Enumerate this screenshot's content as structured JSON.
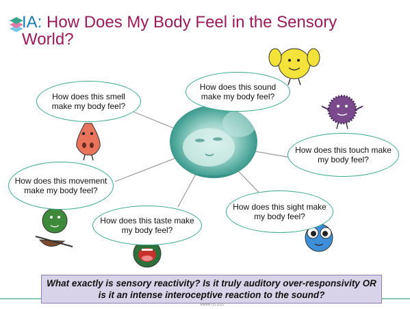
{
  "title": {
    "prefix": "IA: ",
    "text": "How Does My Body Feel in the Sensory World?"
  },
  "bubbles": {
    "smell": "How does this smell make my body feel?",
    "sound": "How does this sound make my body feel?",
    "touch": "How does this touch make my body feel?",
    "movement": "How does this movement make my body feel?",
    "sight": "How does this sight make my body feel?",
    "taste": "How does this taste make my body feel?"
  },
  "center_photo": {
    "subject": "sleeping baby"
  },
  "characters": [
    {
      "sense": "smell",
      "icon": "nose-character-icon",
      "color": "#e8745c"
    },
    {
      "sense": "sound",
      "icon": "ear-character-icon",
      "color": "#f2e23a"
    },
    {
      "sense": "touch",
      "icon": "hand-character-icon",
      "color": "#7a4a8c"
    },
    {
      "sense": "movement",
      "icon": "balance-character-icon",
      "color": "#3f8a3a"
    },
    {
      "sense": "sight",
      "icon": "eye-character-icon",
      "color": "#3d8fd8"
    },
    {
      "sense": "taste",
      "icon": "mouth-character-icon",
      "color": "#2f6f3a"
    }
  ],
  "banner": {
    "text": "What exactly is sensory reactivity? Is it truly auditory over-responsivity OR is it an intense interoceptive reaction to the sound?"
  },
  "footer": {
    "text": "Mahler (c) 2022"
  },
  "colors": {
    "title": "#9b1b5a",
    "title_prefix": "#1a7db0",
    "bubble_border": "#3aa88c",
    "banner_bg": "#d9d3ea",
    "rule": "#3aa88c"
  }
}
